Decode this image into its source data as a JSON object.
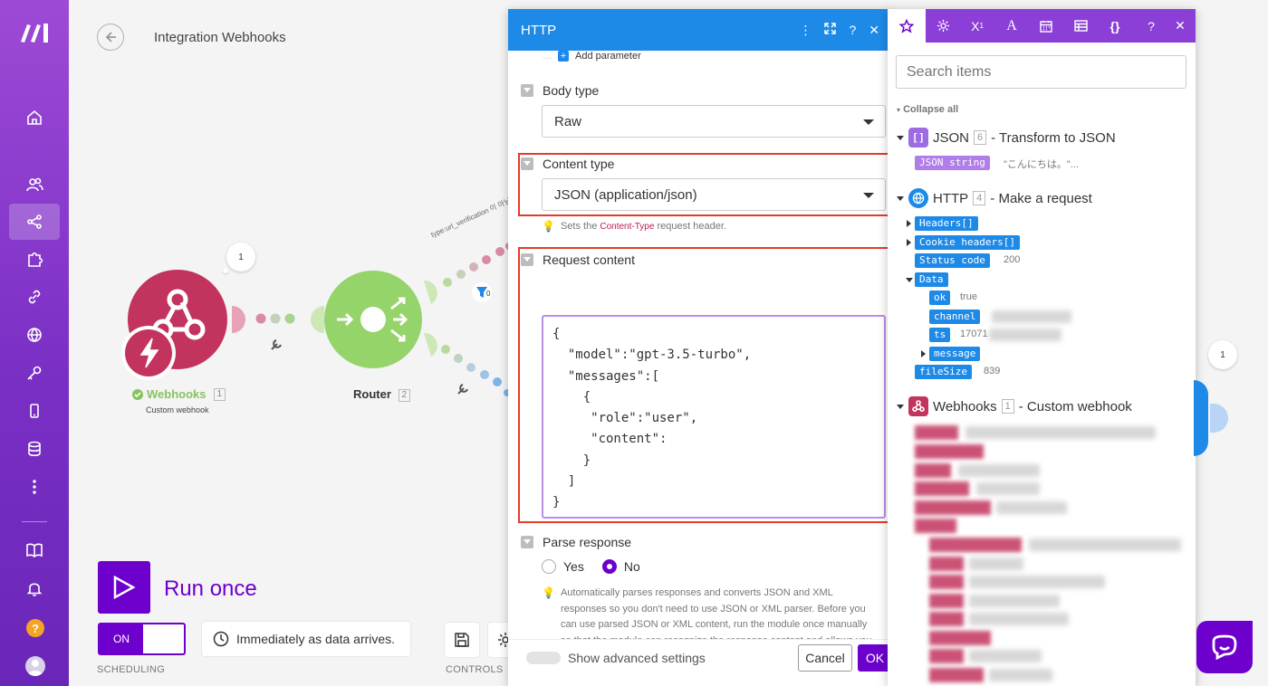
{
  "scenario": {
    "title": "Integration Webhooks"
  },
  "modules": {
    "webhooks": {
      "label": "Webhooks",
      "number": "1",
      "subtitle": "Custom webhook",
      "bubble": "1"
    },
    "router": {
      "label": "Router",
      "number": "2"
    },
    "route_label": "type:url_verification 이 아님",
    "filter_count": "0",
    "right_bubble": "1"
  },
  "controls": {
    "run_once": "Run once",
    "toggle_on": "ON",
    "schedule_text": "Immediately as data arrives.",
    "scheduling_caption": "SCHEDULING",
    "controls_caption": "CONTROLS"
  },
  "dialog": {
    "title": "HTTP",
    "add_parameter": "Add parameter",
    "body_type": {
      "label": "Body type",
      "value": "Raw"
    },
    "content_type": {
      "label": "Content type",
      "value": "JSON (application/json)",
      "hint_prefix": "Sets the ",
      "hint_code": "Content-Type",
      "hint_suffix": " request header."
    },
    "request_content": {
      "label": "Request content",
      "value": "{\n  \"model\":\"gpt-3.5-turbo\",\n  \"messages\":[\n    {\n     \"role\":\"user\",\n     \"content\":\n    }\n  ]\n}"
    },
    "parse_response": {
      "label": "Parse response",
      "yes": "Yes",
      "no": "No",
      "selected": "No",
      "hint": "Automatically parses responses and converts JSON and XML responses so you don't need to use JSON or XML parser. Before you can use parsed JSON or XML content, run the module once manually so that the module can recognize the response content and allows you to map it in subsequent modules."
    },
    "advanced_label": "Show advanced settings",
    "cancel": "Cancel",
    "ok": "OK"
  },
  "mapper": {
    "search_placeholder": "Search items",
    "collapse_all": "Collapse all",
    "groups": [
      {
        "name": "JSON",
        "number": "6",
        "desc": "- Transform to JSON",
        "color": "#9c6ce0",
        "items": [
          {
            "key": "JSON string",
            "value": "\"こんにちは。\"..."
          }
        ]
      },
      {
        "name": "HTTP",
        "number": "4",
        "desc": "- Make a request",
        "color": "#1e8ae8",
        "items": [
          {
            "key": "Headers[]"
          },
          {
            "key": "Cookie headers[]"
          },
          {
            "key": "Status code",
            "value": "200"
          },
          {
            "key": "Data"
          },
          {
            "key": "ok",
            "value": "true"
          },
          {
            "key": "channel"
          },
          {
            "key": "ts",
            "value": "17071"
          },
          {
            "key": "message"
          },
          {
            "key": "fileSize",
            "value": "839"
          }
        ]
      },
      {
        "name": "Webhooks",
        "number": "1",
        "desc": "- Custom webhook",
        "color": "#c2345e"
      }
    ]
  },
  "colors": {
    "accent": "#6d00cc",
    "http_blue": "#1e8ae8",
    "webhook_pink": "#c2345e",
    "router_green": "#95d36b",
    "highlight_red": "#e23c2d"
  }
}
